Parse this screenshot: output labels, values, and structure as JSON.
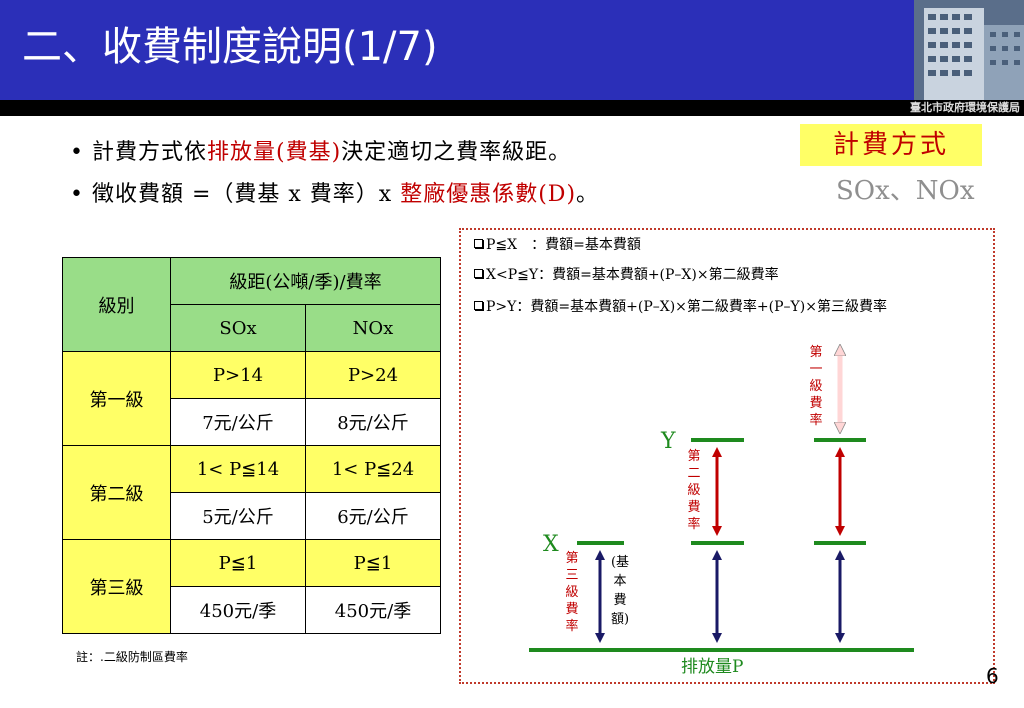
{
  "slide": {
    "title": "二、收費制度說明(1/7)",
    "logo_text": "臺北市政府環境保護局",
    "page_number": "6"
  },
  "bullets": [
    {
      "dot": "•",
      "pre": "計費方式依",
      "red": "排放量(費基)",
      "post": "決定適切之費率級距。"
    },
    {
      "dot": "•",
      "pre": "徵收費額 =（費基 x 費率）x ",
      "red": "整廠優惠係數(D)",
      "post": "。"
    }
  ],
  "badge": "計費方式",
  "pollutants": "SOx、NOx",
  "table": {
    "header_group": "級別",
    "header_range": "級距(公噸/季)/費率",
    "col_sox": "SOx",
    "col_nox": "NOx",
    "rows": [
      {
        "grade": "第一級",
        "sox_range": "P>14",
        "nox_range": "P>24",
        "sox_rate": "7元/公斤",
        "nox_rate": "8元/公斤"
      },
      {
        "grade": "第二級",
        "sox_range": "1< P≦14",
        "nox_range": "1< P≦24",
        "sox_rate": "5元/公斤",
        "nox_rate": "6元/公斤"
      },
      {
        "grade": "第三級",
        "sox_range": "P≦1",
        "nox_range": "P≦1",
        "sox_rate": "450元/季",
        "nox_rate": "450元/季"
      }
    ],
    "note": "註：.二級防制區費率"
  },
  "rules": [
    "P≦X　：費額=基本費額",
    "X<P≦Y：費額=基本費額+(P–X)×第二級費率",
    "P>Y：費額=基本費額+(P–X)×第二級費率+(P–Y)×第三級費率"
  ],
  "diagram": {
    "x_axis_label": "排放量P",
    "level_x": "X",
    "level_y": "Y",
    "label_rate3": [
      "第",
      "三",
      "級",
      "費",
      "率"
    ],
    "label_base": [
      "(基",
      "本",
      "費",
      "額)"
    ],
    "label_rate2": [
      "第",
      "二",
      "級",
      "費",
      "率"
    ],
    "label_rate1": [
      "第",
      "一",
      "級",
      "費",
      "率"
    ],
    "colors": {
      "line": "#1e8a1e",
      "red_arrow": "#c00000",
      "navy_arrow": "#1a1a66",
      "pale_arrow": "#ffd6d6"
    }
  }
}
